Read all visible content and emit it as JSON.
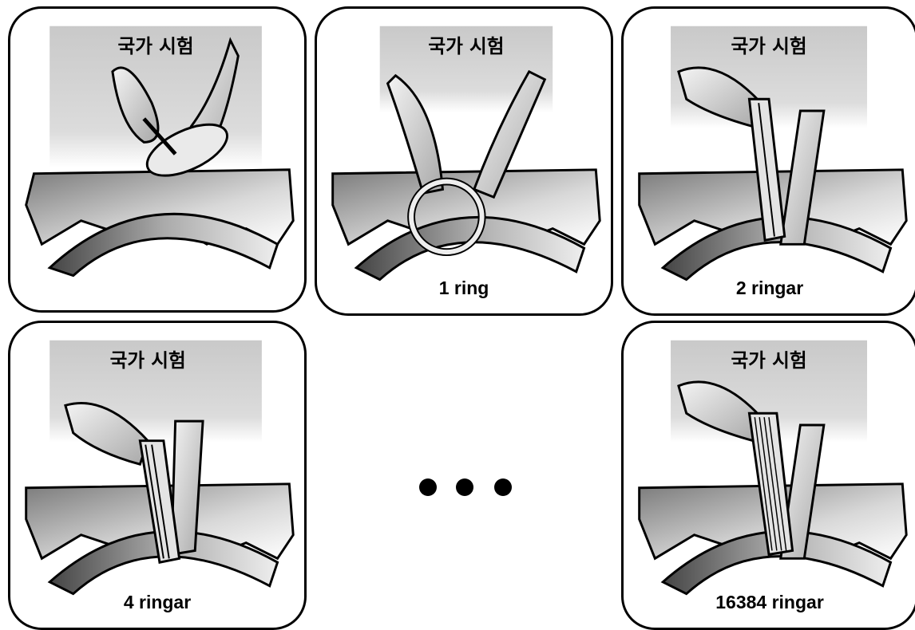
{
  "shirt_text": "국가 시험",
  "panels": [
    {
      "id": "p1",
      "caption": ""
    },
    {
      "id": "p2",
      "caption": "1 ring"
    },
    {
      "id": "p3",
      "caption": "2 ringar"
    },
    {
      "id": "p4",
      "caption": "4 ringar"
    },
    {
      "id": "p5",
      "caption": "16384 ringar"
    }
  ]
}
